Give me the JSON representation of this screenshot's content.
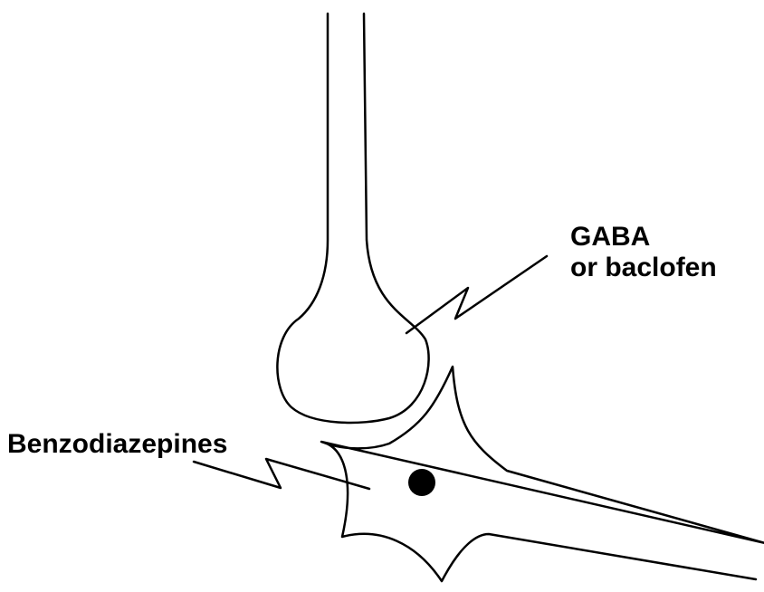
{
  "labels": {
    "gaba_line1": "GABA",
    "gaba_line2": "or baclofen",
    "benzodiazepines": "Benzodiazepines"
  },
  "colors": {
    "line": "#000000",
    "background": "#ffffff"
  }
}
